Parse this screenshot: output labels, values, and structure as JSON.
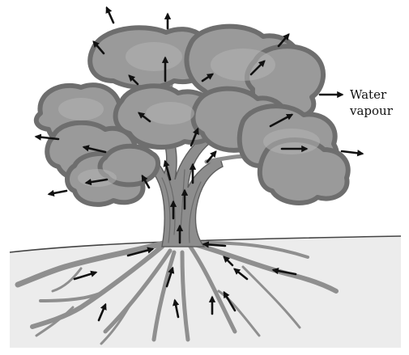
{
  "diagram": {
    "label": {
      "line1": "Water",
      "line2": "vapour"
    },
    "colors": {
      "canopy_fill": "#9a9a9a",
      "canopy_edge": "#6e6e6e",
      "canopy_shade": "#b4b4b4",
      "trunk_fill": "#8d8d8d",
      "trunk_line": "#5e5e5e",
      "soil_fill": "#ececec",
      "root_color": "#8f8f8f",
      "arrow_color": "#111111"
    },
    "icons": [
      "tree-illustration",
      "arrow-icon"
    ]
  }
}
